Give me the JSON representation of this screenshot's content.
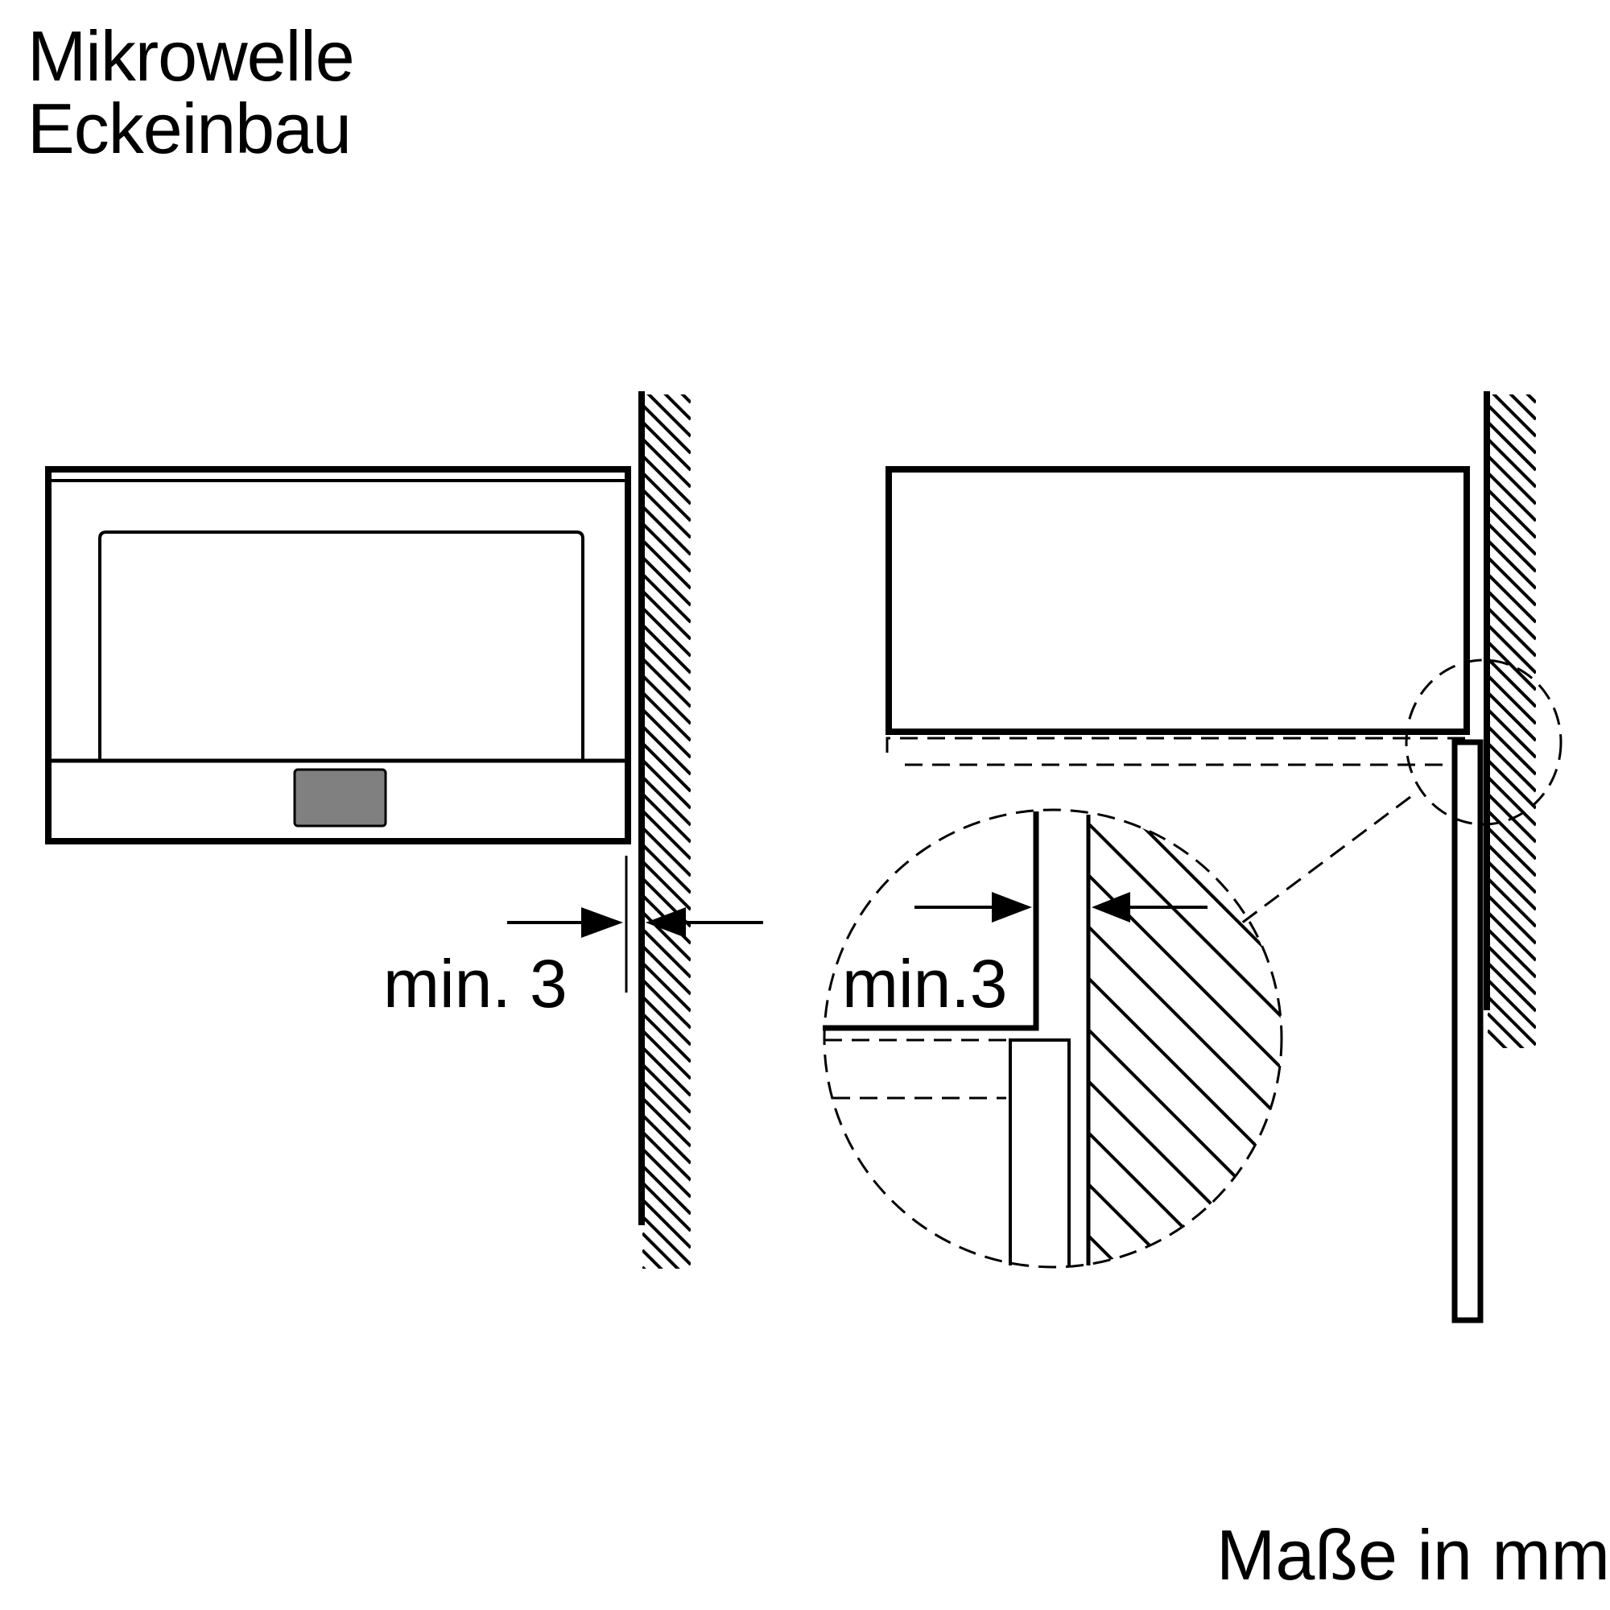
{
  "title": {
    "line1": "Mikrowelle",
    "line2": "Eckeinbau"
  },
  "dimensions": {
    "left_gap": "min. 3",
    "detail_gap": "min.3"
  },
  "footer": {
    "units": "Maße in mm"
  },
  "colors": {
    "line": "#000000",
    "panel": "#808080",
    "background": "#ffffff"
  }
}
